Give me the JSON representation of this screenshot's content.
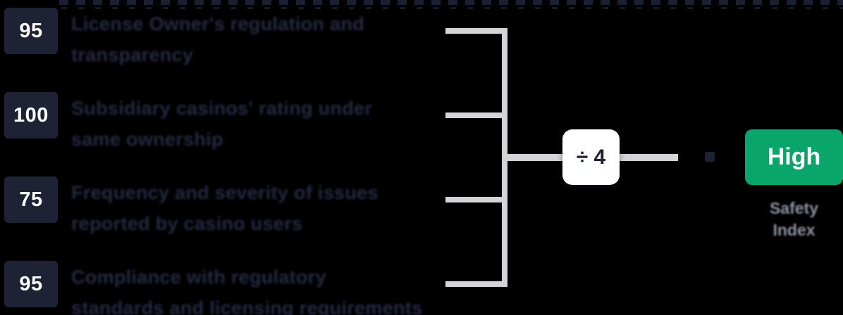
{
  "diagram": {
    "factors": [
      {
        "score": "95",
        "line1": "License Owner's regulation and",
        "line2": "transparency"
      },
      {
        "score": "100",
        "line1": "Subsidiary casinos' rating under",
        "line2": "same ownership"
      },
      {
        "score": "75",
        "line1": "Frequency and severity of issues",
        "line2": "reported by casino users"
      },
      {
        "score": "95",
        "line1": "Compliance with regulatory",
        "line2": "standards and licensing requirements"
      }
    ],
    "divider": {
      "label": "÷ 4"
    },
    "equals_icon": "equals-icon",
    "result": {
      "badge_label": "High",
      "caption_line1": "Safety",
      "caption_line2": "Index"
    }
  },
  "colors": {
    "background": "#000000",
    "score_box": "#1e2235",
    "score_text": "#ffffff",
    "label_text": "#252942",
    "connector": "#d4d4d6",
    "divide_box_bg": "#ffffff",
    "divide_text": "#1e2235",
    "equals_square": "#1e2235",
    "badge_bg": "#0aa56a",
    "badge_text": "#ffffff",
    "caption_text": "#8d90a3"
  }
}
